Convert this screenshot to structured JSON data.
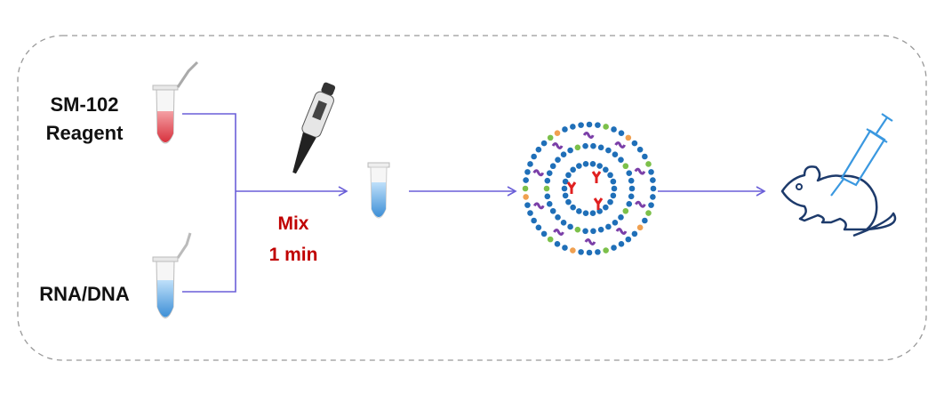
{
  "inputs": {
    "reagent_line1": "SM-102",
    "reagent_line2": "Reagent",
    "nucleic_acid": "RNA/DNA"
  },
  "step": {
    "mix_line1": "Mix",
    "mix_line2": "1 min"
  },
  "colors": {
    "arrow": "#6a5fd8",
    "mix_text": "#c00000",
    "reagent": "#e0505a",
    "rna_dna": "#5aa6e0",
    "lipid_blue": "#1f6fb8",
    "mouse": "#1d3a6b",
    "syringe": "#3a98e0"
  }
}
